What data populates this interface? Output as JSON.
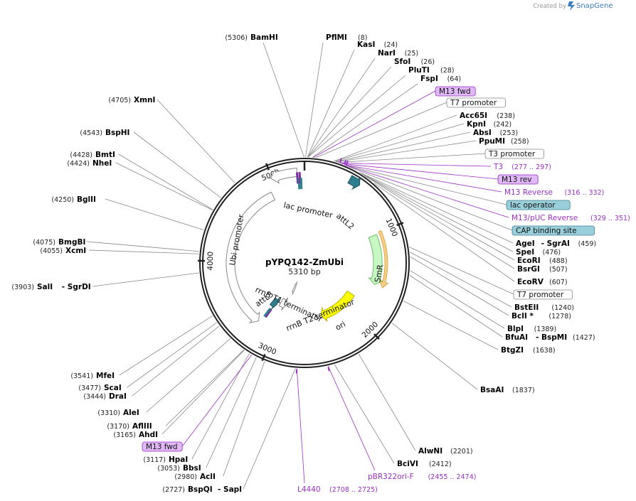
{
  "credit": {
    "prefix": "Created by",
    "brand": "SnapGene"
  },
  "plasmid": {
    "name": "pYPQ142-ZmUbi",
    "size": "5310 bp",
    "total_bp": 5310
  },
  "ticks": [
    {
      "bp": 1000,
      "label": "1000"
    },
    {
      "bp": 2000,
      "label": "2000"
    },
    {
      "bp": 3000,
      "label": "3000"
    },
    {
      "bp": 4000,
      "label": "4000"
    },
    {
      "bp": 5000,
      "label": "5000"
    }
  ],
  "features": [
    {
      "name": "SmR",
      "start": 1010,
      "end": 1580,
      "dir": 1,
      "color": "#c8f7c5",
      "stroke": "#6bbf63",
      "ring": 103
    },
    {
      "name": "ori",
      "start": 1820,
      "end": 2400,
      "dir": 1,
      "color": "#ffff00",
      "stroke": "#b5b000",
      "ring": 78
    },
    {
      "name": "lac promoter",
      "start": 4990,
      "end": 5240,
      "dir": -1,
      "color": "#ffffff",
      "stroke": "#888888",
      "ring": 128
    },
    {
      "name": "Ubi promoter",
      "start": 3220,
      "end": 4940,
      "dir": -1,
      "color": "#ffffff",
      "stroke": "#888888",
      "ring": 104
    },
    {
      "name": "rrnB T1 terminator",
      "start": 3000,
      "end": 3110,
      "dir": -1,
      "color": "#ffffff",
      "stroke": "#888888",
      "ring": 64
    },
    {
      "name": "rrnB T2 terminator",
      "start": 2950,
      "end": 2995,
      "dir": -1,
      "color": "#ffffff",
      "stroke": "#888888",
      "ring": 38
    },
    {
      "name": "attL2",
      "start": 420,
      "end": 520,
      "dir": 1,
      "color": "#2f7f8e",
      "stroke": "#1c5560",
      "ring": 134
    },
    {
      "name": "attL5",
      "start": 3150,
      "end": 3240,
      "dir": -1,
      "color": "#2f7f8e",
      "stroke": "#1c5560",
      "ring": 70
    }
  ],
  "feature_labels": {
    "lac_promoter": "lac promoter",
    "ubi_promoter": "Ubi promoter",
    "attL2": "attL2",
    "smr": "SmR",
    "ori": "ori",
    "rrnB_T1": "rrnB T1 terminator",
    "attL5": "attL5",
    "rrnB_T2": "rrnB T2 terminator"
  },
  "left_enzymes": [
    {
      "num": "(5306)",
      "name": "BamHI",
      "bp": 5306
    },
    {
      "num": "(4705)",
      "name": "XmnI",
      "bp": 4705
    },
    {
      "num": "(4543)",
      "name": "BspHI",
      "bp": 4543
    },
    {
      "num": "(4428)",
      "name": "BmtI",
      "bp": 4428
    },
    {
      "num": "(4424)",
      "name": "NheI",
      "bp": 4424
    },
    {
      "num": "(4250)",
      "name": "BglII",
      "bp": 4250
    },
    {
      "num": "(4075)",
      "name": "BmgBI",
      "bp": 4075
    },
    {
      "num": "(4055)",
      "name": "XcmI",
      "bp": 4055
    },
    {
      "num": "(3903)",
      "name": "SalI",
      "alt": "SgrDI",
      "bp": 3903
    },
    {
      "num": "(3541)",
      "name": "MfeI",
      "bp": 3541
    },
    {
      "num": "(3477)",
      "name": "ScaI",
      "bp": 3477
    },
    {
      "num": "(3444)",
      "name": "DraI",
      "bp": 3444
    },
    {
      "num": "(3310)",
      "name": "AleI",
      "bp": 3310
    },
    {
      "num": "(3170)",
      "name": "AflIII",
      "bp": 3170
    },
    {
      "num": "(3165)",
      "name": "AhdI",
      "bp": 3165
    },
    {
      "num": "(3117)",
      "name": "HpaI",
      "bp": 3117
    },
    {
      "num": "(3053)",
      "name": "BbsI",
      "bp": 3053
    },
    {
      "num": "(2980)",
      "name": "AclI",
      "bp": 2980
    },
    {
      "num": "(2727)",
      "name": "BspQI",
      "alt": "SapI",
      "bp": 2727
    }
  ],
  "right_enzymes": [
    {
      "name": "PflMI",
      "num": "(8)",
      "bp": 8
    },
    {
      "name": "KasI",
      "num": "(24)",
      "bp": 24
    },
    {
      "name": "NarI",
      "num": "(25)",
      "bp": 25
    },
    {
      "name": "SfoI",
      "num": "(26)",
      "bp": 26
    },
    {
      "name": "PluTI",
      "num": "(28)",
      "bp": 28
    },
    {
      "name": "FspI",
      "num": "(64)",
      "bp": 64
    },
    {
      "name": "Acc65I",
      "num": "(238)",
      "bp": 238
    },
    {
      "name": "KpnI",
      "num": "(242)",
      "bp": 242
    },
    {
      "name": "AbsI",
      "num": "(253)",
      "bp": 253
    },
    {
      "name": "PpuMI",
      "num": "(258)",
      "bp": 258
    },
    {
      "name": "AgeI",
      "alt": "SgrAI",
      "num": "(459)",
      "bp": 459
    },
    {
      "name": "SpeI",
      "num": "(476)",
      "bp": 476
    },
    {
      "name": "EcoRI",
      "num": "(488)",
      "bp": 488
    },
    {
      "name": "BsrGI",
      "num": "(507)",
      "bp": 507
    },
    {
      "name": "EcoRV",
      "num": "(607)",
      "bp": 607
    },
    {
      "name": "BstEII",
      "num": "(1240)",
      "bp": 1240
    },
    {
      "name": "BclI *",
      "num": "(1278)",
      "bp": 1278
    },
    {
      "name": "BlpI",
      "num": "(1389)",
      "bp": 1389
    },
    {
      "name": "BfuAI",
      "alt": "BspMI",
      "num": "(1427)",
      "bp": 1427
    },
    {
      "name": "BtgZI",
      "num": "(1638)",
      "bp": 1638
    },
    {
      "name": "BsaAI",
      "num": "(1837)",
      "bp": 1837
    },
    {
      "name": "AlwNI",
      "num": "(2201)",
      "bp": 2201
    },
    {
      "name": "BciVI",
      "num": "(2412)",
      "bp": 2412
    }
  ],
  "boxed_labels": [
    {
      "text": "M13 fwd",
      "kind": "primer",
      "bp": 70,
      "fill": "#e0b8f5",
      "stroke": "#9b2fc4"
    },
    {
      "text": "T7 promoter",
      "kind": "promoter",
      "bp": 90,
      "fill": "#ffffff",
      "stroke": "#888888"
    },
    {
      "text": "T3 promoter",
      "kind": "promoter",
      "bp": 270,
      "fill": "#ffffff",
      "stroke": "#888888"
    },
    {
      "text": "M13 rev",
      "kind": "primer",
      "bp": 300,
      "fill": "#e0b8f5",
      "stroke": "#9b2fc4"
    },
    {
      "text": "lac operator",
      "kind": "operator",
      "bp": 335,
      "fill": "#98cfdb",
      "stroke": "#3f8090"
    },
    {
      "text": "CAP binding site",
      "kind": "site",
      "bp": 370,
      "fill": "#98cfdb",
      "stroke": "#3f8090"
    },
    {
      "text": "T7 promoter",
      "kind": "promoter",
      "bp": 1200,
      "fill": "#ffffff",
      "stroke": "#888888"
    },
    {
      "text": "M13 fwd",
      "kind": "primer",
      "bp": 3095,
      "fill": "#e0b8f5",
      "stroke": "#9b2fc4"
    }
  ],
  "primers": [
    {
      "name": "T3",
      "range": "(277 .. 297)",
      "bp": 287
    },
    {
      "name": "M13 Reverse",
      "range": "(316 .. 332)",
      "bp": 324
    },
    {
      "name": "M13/pUC Reverse",
      "range": "(329 .. 351)",
      "bp": 340
    },
    {
      "name": "pBR322ori-F",
      "range": "(2455 .. 2474)",
      "bp": 2465
    },
    {
      "name": "L4440",
      "range": "(2708 .. 2725)",
      "bp": 2716
    }
  ]
}
